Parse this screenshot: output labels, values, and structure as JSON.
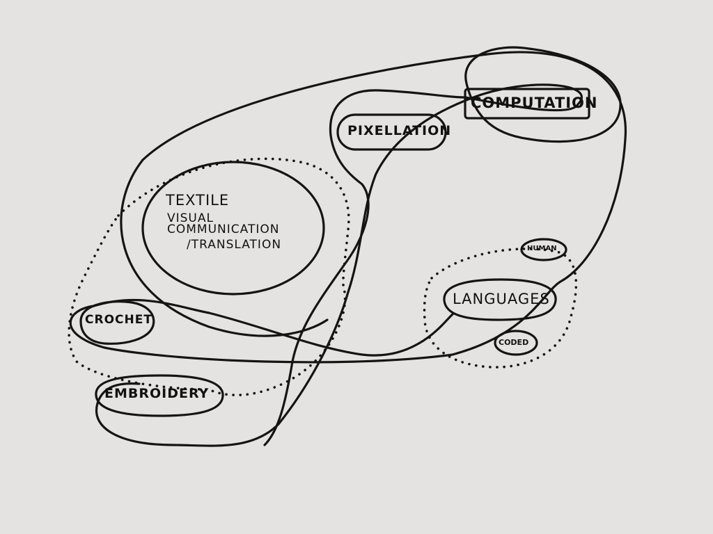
{
  "diagram": {
    "nodes": {
      "computation": "COMPUTATION",
      "pixellation": "PIXELLATION",
      "textile": "TEXTILE",
      "visual": "VISUAL",
      "communication": "COMMUNICATION",
      "translation": "/TRANSLATION",
      "crochet": "CROCHET",
      "embroidery": "EMBROIDERY",
      "languages": "LANGUAGES",
      "human": "HUMAN",
      "coded": "CODED"
    },
    "ink_color": "#141414",
    "background_color": "#e4e3e1"
  }
}
